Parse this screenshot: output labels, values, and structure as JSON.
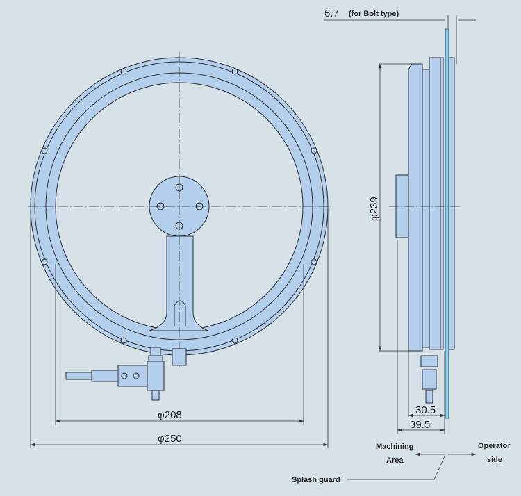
{
  "colors": {
    "background": "#d7e1e8",
    "part": "#b4cfec",
    "guard": "#7fd0f0"
  },
  "dimensions": {
    "bolt_gap": "6.7",
    "bolt_note": "(for Bolt type)",
    "height": "φ239",
    "inner_dia": "φ208",
    "outer_dia": "φ250",
    "depth_a": "30.5",
    "depth_b": "39.5"
  },
  "labels": {
    "machining_1": "Machining",
    "machining_2": "Area",
    "operator_1": "Operator",
    "operator_2": "side",
    "splash_guard": "Splash guard"
  }
}
